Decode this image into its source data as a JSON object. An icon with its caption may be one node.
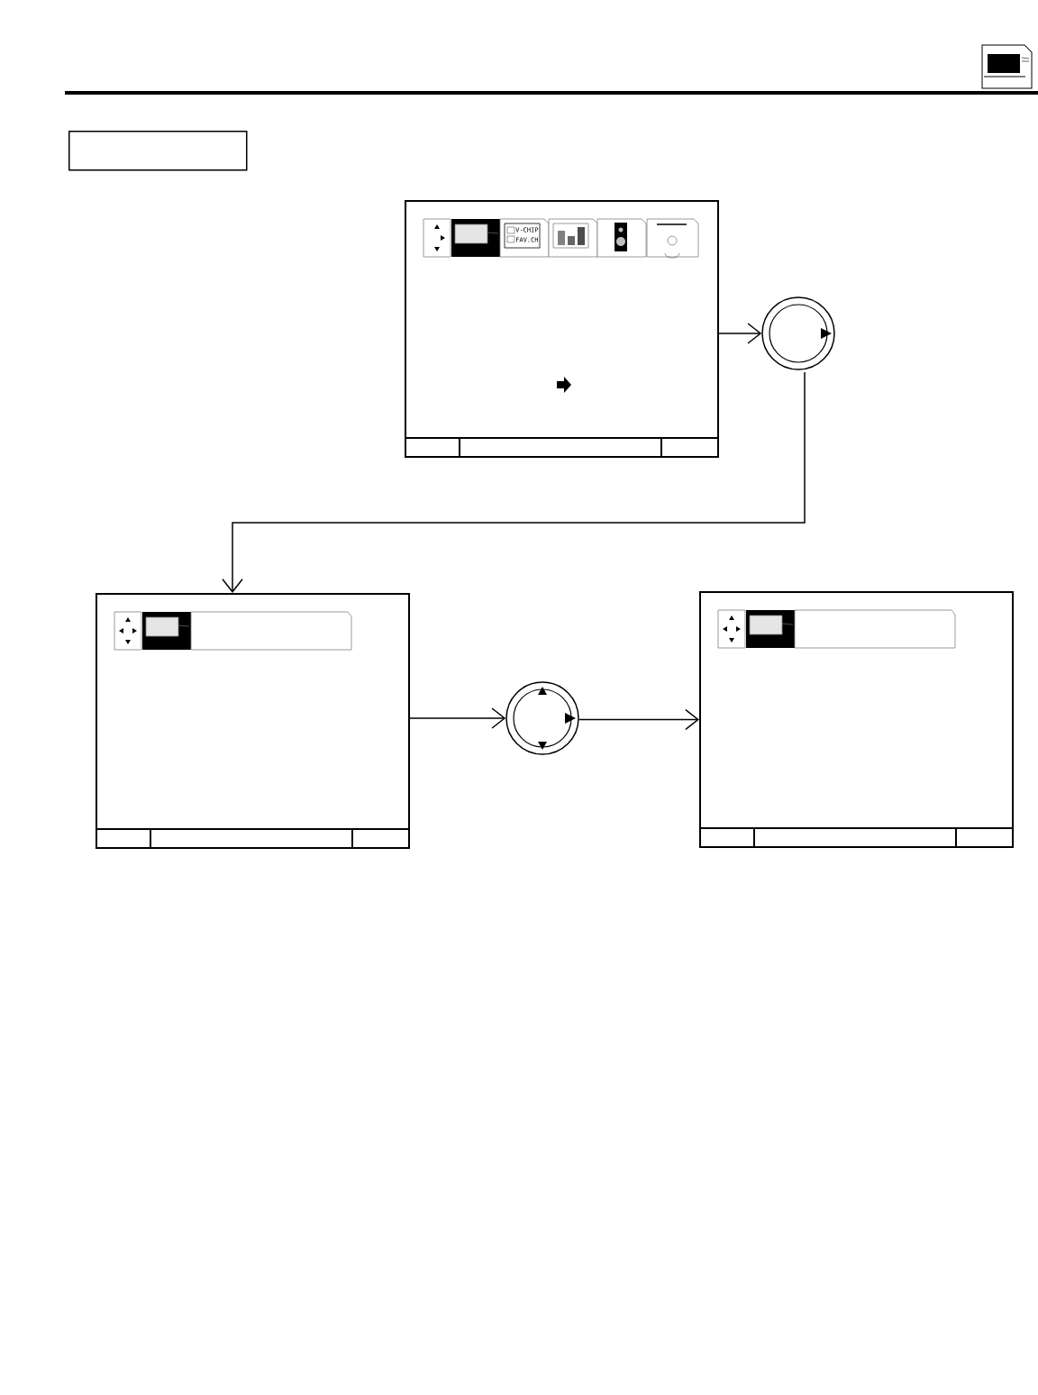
{
  "diagram": {
    "nodes": [
      {
        "text": [],
        "shape": "box"
      },
      {
        "text": [],
        "shape": "box"
      },
      {
        "text": [],
        "shape": "circle"
      },
      {
        "text": [],
        "shape": "box"
      },
      {
        "text": [],
        "shape": "circle"
      },
      {
        "text": [],
        "shape": "box"
      }
    ],
    "edges": [
      {
        "from": 1,
        "to": 2,
        "arrow": "to"
      },
      {
        "from": 2,
        "to": 3,
        "arrow": "to"
      },
      {
        "from": 3,
        "to": 4,
        "arrow": "to"
      },
      {
        "from": 4,
        "to": 5,
        "arrow": "to"
      }
    ],
    "labels": [
      "V-CHIP",
      "FAV.CH"
    ]
  }
}
